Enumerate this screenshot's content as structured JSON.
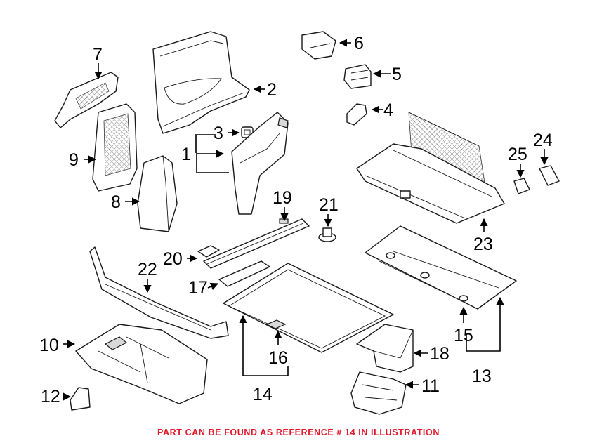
{
  "callouts": {
    "c1": "1",
    "c2": "2",
    "c3": "3",
    "c4": "4",
    "c5": "5",
    "c6": "6",
    "c7": "7",
    "c8": "8",
    "c9": "9",
    "c10": "10",
    "c11": "11",
    "c12": "12",
    "c13": "13",
    "c14": "14",
    "c15": "15",
    "c16": "16",
    "c17": "17",
    "c18": "18",
    "c19": "19",
    "c20": "20",
    "c21": "21",
    "c22": "22",
    "c23": "23",
    "c24": "24",
    "c25": "25"
  },
  "footer_note": "PART CAN BE FOUND AS REFERENCE # 14 IN ILLUSTRATION",
  "colors": {
    "note": "#e0192b",
    "line": "#1a1a1a"
  }
}
